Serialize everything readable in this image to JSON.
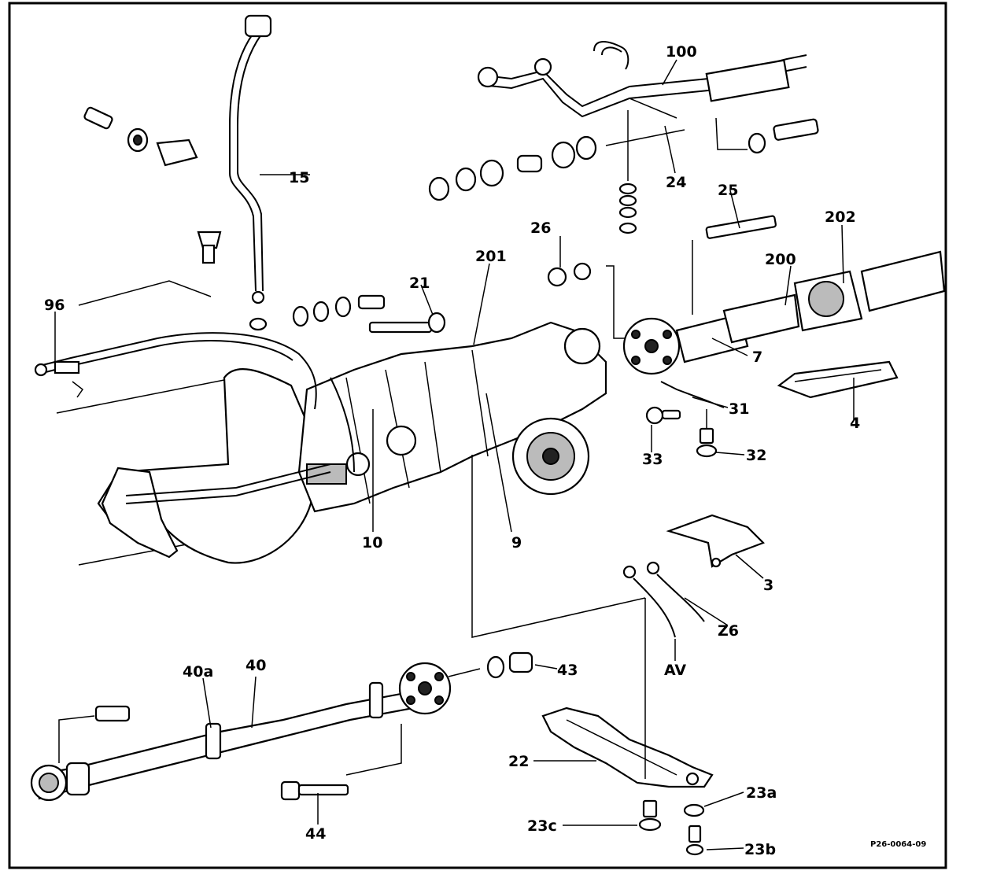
{
  "labels": {
    "l1": "100",
    "l2": "15",
    "l3": "24",
    "l4": "25",
    "l5": "202",
    "l6": "26",
    "l7": "201",
    "l8": "200",
    "l9": "96",
    "l10": "21",
    "l11": "7",
    "l12": "31",
    "l13": "4",
    "l14": "33",
    "l15": "32",
    "l16": "10",
    "l17": "9",
    "l18": "3",
    "l19": "Z6",
    "l20": "AV",
    "l21": "40a",
    "l22": "40",
    "l23": "43",
    "l24": "22",
    "l25": "23a",
    "l26": "23c",
    "l27": "23b",
    "l28": "44"
  },
  "drawing_code": "P26-0064-09"
}
